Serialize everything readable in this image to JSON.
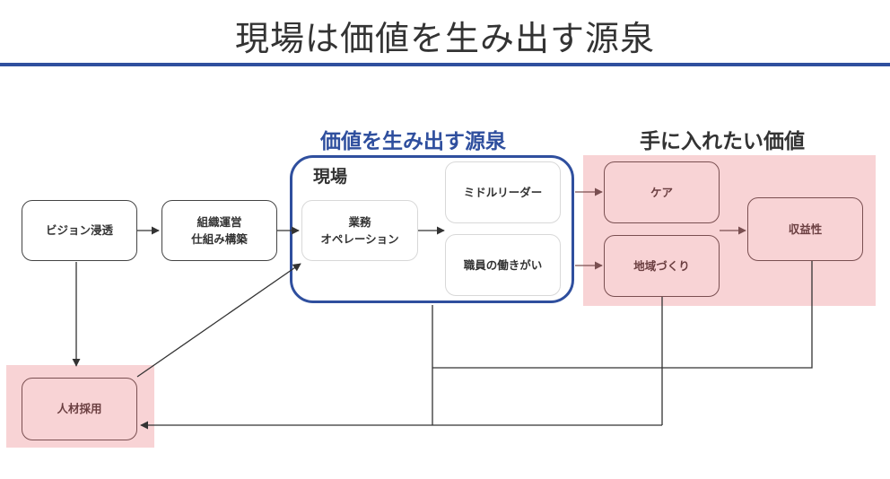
{
  "slide": {
    "title": "現場は価値を生み出す源泉",
    "source_heading": "価値を生み出す源泉",
    "value_heading": "手に入れたい価値",
    "group_label": "現場"
  },
  "nodes": {
    "vision": "ビジョン浸透",
    "org_line1": "組織運営",
    "org_line2": "仕組み構築",
    "ops_line1": "業務",
    "ops_line2": "オペレーション",
    "middle_leader": "ミドルリーダー",
    "staff_motivation": "職員の働きがい",
    "care": "ケア",
    "community": "地域づくり",
    "profitability": "収益性",
    "recruitment": "人材採用"
  },
  "colors": {
    "accent_blue": "#2f4f9e",
    "highlight_pink": "#f8d3d5",
    "arrow_dark": "#333333",
    "arrow_brown": "#7a4f51"
  }
}
